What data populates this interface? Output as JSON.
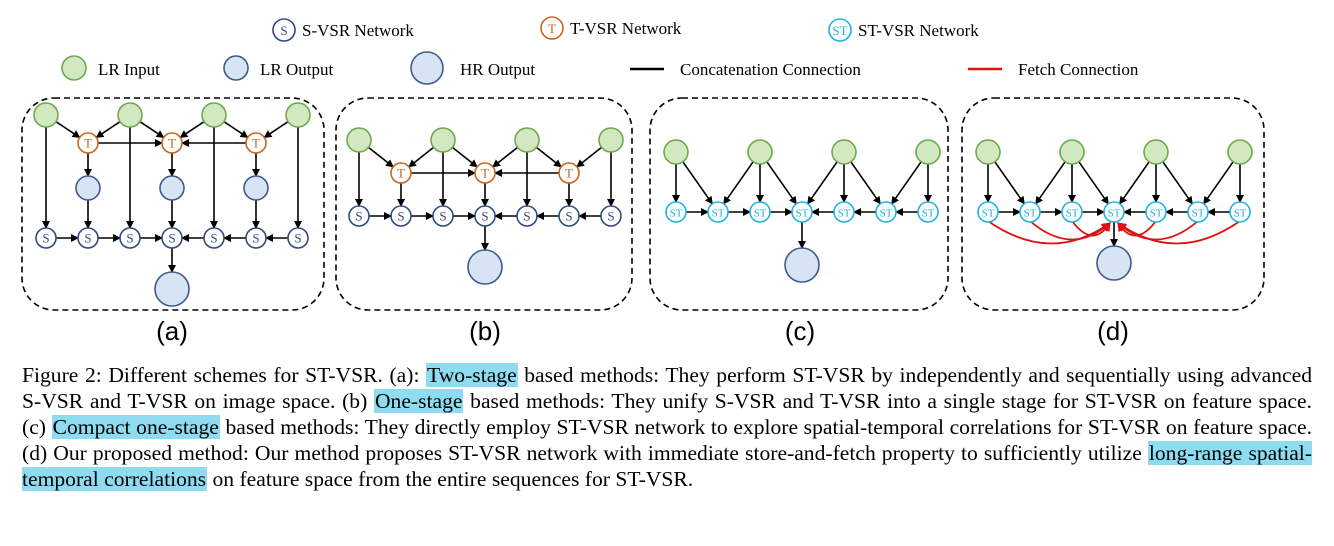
{
  "legend": {
    "s_symbol": "S",
    "s_label": "S-VSR Network",
    "t_symbol": "T",
    "t_label": "T-VSR Network",
    "st_symbol": "ST",
    "st_label": "ST-VSR Network",
    "lr_input": "LR Input",
    "lr_output": "LR Output",
    "hr_output": "HR Output",
    "concat": "Concatenation Connection",
    "fetch": "Fetch Connection"
  },
  "panels": [
    "(a)",
    "(b)",
    "(c)",
    "(d)"
  ],
  "colors": {
    "lr_fill": "#d2e8c0",
    "lr_stroke": "#6fa84e",
    "out_fill": "#d6e4f4",
    "out_stroke": "#3f5a8c",
    "s_stroke": "#2f4a80",
    "t_stroke": "#c8661e",
    "st_stroke": "#1fb4e0",
    "fetch": "#e01010",
    "highlight": "#8fdcf1"
  },
  "caption": {
    "p1": "Figure 2: Different schemes for ST-VSR. (a): ",
    "h1": "Two-stage",
    "p2": " based methods: They perform ST-VSR by independently and sequentially using advanced S-VSR and T-VSR on image space. (b) ",
    "h2": "One-stage",
    "p3": " based methods: They unify S-VSR and T-VSR into a single stage for ST-VSR on feature space. (c) ",
    "h3": "Compact one-stage",
    "p4": " based methods: They directly employ ST-VSR network to explore spatial-temporal correlations for ST-VSR on feature space. (d) Our proposed method: Our method proposes ST-VSR network with immediate store-and-fetch property to sufficiently utilize ",
    "h4": "long-range spatial-temporal correlations",
    "p5": " on feature space from the entire sequences for ST-VSR."
  }
}
